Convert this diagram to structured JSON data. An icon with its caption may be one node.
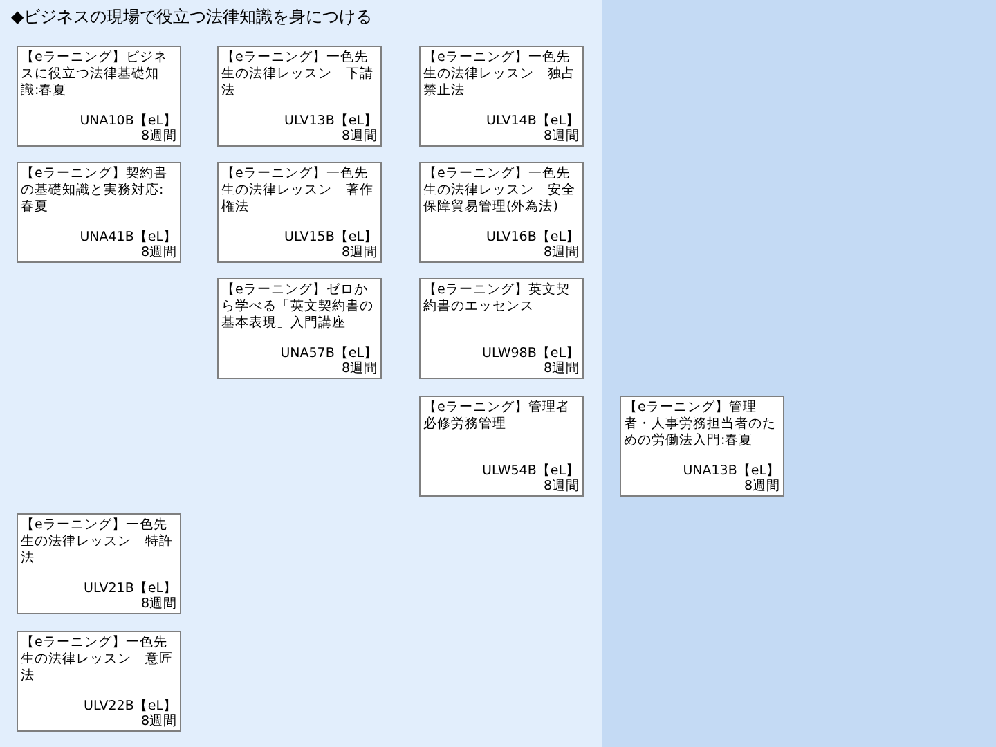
{
  "diagram": {
    "title": "◆ビジネスの現場で役立つ法律知識を身につける",
    "nodes": [
      {
        "text": [
          "【eラーニング】ビジネスに役立つ法律基礎知識:春夏",
          "UNA10B【eL】",
          "8週間"
        ]
      },
      {
        "text": [
          "【eラーニング】一色先生の法律レッスン　下請法",
          "ULV13B【eL】",
          "8週間"
        ]
      },
      {
        "text": [
          "【eラーニング】一色先生の法律レッスン　独占禁止法",
          "ULV14B【eL】",
          "8週間"
        ]
      },
      {
        "text": [
          "【eラーニング】契約書の基礎知識と実務対応:春夏",
          "UNA41B【eL】",
          "8週間"
        ]
      },
      {
        "text": [
          "【eラーニング】一色先生の法律レッスン　著作権法",
          "ULV15B【eL】",
          "8週間"
        ]
      },
      {
        "text": [
          "【eラーニング】一色先生の法律レッスン　安全保障貿易管理(外為法)",
          "ULV16B【eL】",
          "8週間"
        ]
      },
      {
        "text": [
          "【eラーニング】ゼロから学べる「英文契約書の基本表現」入門講座",
          "UNA57B【eL】",
          "8週間"
        ]
      },
      {
        "text": [
          "【eラーニング】英文契約書のエッセンス",
          "ULW98B【eL】",
          "8週間"
        ]
      },
      {
        "text": [
          "【eラーニング】管理者必修労務管理",
          "ULW54B【eL】",
          "8週間"
        ]
      },
      {
        "text": [
          "【eラーニング】管理者・人事労務担当者のための労働法入門:春夏",
          "UNA13B【eL】",
          "8週間"
        ]
      },
      {
        "text": [
          "【eラーニング】一色先生の法律レッスン　特許法",
          "ULV21B【eL】",
          "8週間"
        ]
      },
      {
        "text": [
          "【eラーニング】一色先生の法律レッスン　意匠法",
          "ULV22B【eL】",
          "8週間"
        ]
      }
    ]
  }
}
